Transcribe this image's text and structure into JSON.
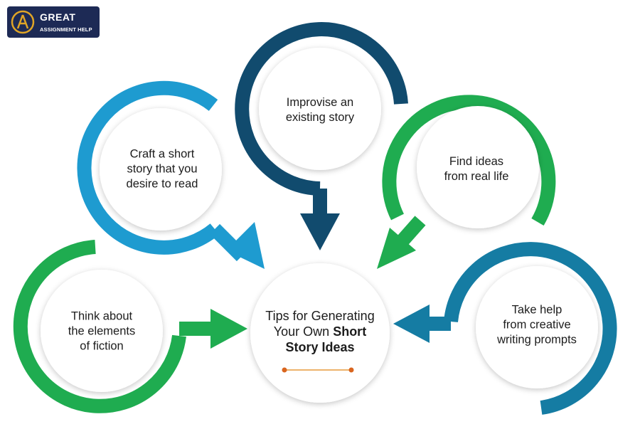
{
  "logo": {
    "title": "GREAT",
    "subtitle": "ASSIGNMENT HELP",
    "monogram": "GA",
    "colors": {
      "background": "#1d2a55",
      "mark": "#e0a526"
    }
  },
  "center": {
    "line1": "Tips for Generating",
    "line2_regular": "Your Own ",
    "line2_bold": "Short",
    "line3_bold": "Story Ideas",
    "divider_colors": {
      "line": "#e79a3a",
      "dots": "#d9651f"
    }
  },
  "tips": {
    "improvise": {
      "lines": [
        "Improvise an",
        "existing story"
      ],
      "color": "#114b6e"
    },
    "craft": {
      "lines": [
        "Craft a short",
        "story that you",
        "desire to read"
      ],
      "color": "#1e9bd0"
    },
    "real_life": {
      "lines": [
        "Find ideas",
        "from real life"
      ],
      "color": "#1fac50"
    },
    "fiction": {
      "lines": [
        "Think about",
        "the elements",
        "of fiction"
      ],
      "color": "#1fac50"
    },
    "prompts": {
      "lines": [
        "Take help",
        "from creative",
        "writing prompts"
      ],
      "color": "#157ca3"
    }
  }
}
